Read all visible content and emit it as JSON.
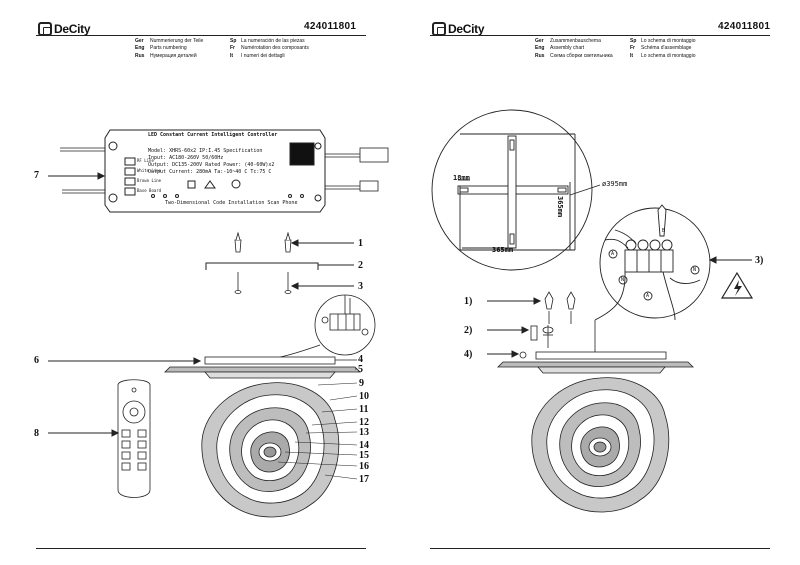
{
  "left_page": {
    "logo": "DeCity",
    "doc_code": "424011801",
    "langs": [
      {
        "code": "Ger",
        "text": "Nummerierung der Teile"
      },
      {
        "code": "Eng",
        "text": "Parts numbering"
      },
      {
        "code": "Rus",
        "text": "Нумерация деталей"
      }
    ],
    "langs_right": [
      {
        "code": "Sp",
        "text": "La numeración de las piezas"
      },
      {
        "code": "Fr",
        "text": "Numérotation des composants"
      },
      {
        "code": "It",
        "text": "I numeri dei dettagli"
      }
    ],
    "callouts": [
      "1",
      "2",
      "3",
      "4",
      "5",
      "6",
      "7",
      "8",
      "9",
      "10",
      "11",
      "12",
      "13",
      "14",
      "15",
      "16",
      "17"
    ],
    "driver_label": {
      "line1": "LED Constant Current Intelligent Controller",
      "line2": "Model: XHRS-60x2  IP:I.45 Specification",
      "line3": "Input: AC180-260V  50/60Hz",
      "line4": "Output: DC135-200V  Rated Power: (40-60W)x2",
      "line5": "Output Current: 280mA  Ta:-10~40 C  Tc:75 C",
      "line6": "Two-Dimensional Code Installation Scan Phone",
      "tag1": "RF Line",
      "tag2": "White Line",
      "tag3": "Brown Line",
      "tag4": "Base Board"
    }
  },
  "right_page": {
    "logo": "DeCity",
    "doc_code": "424011801",
    "langs": [
      {
        "code": "Ger",
        "text": "Zusammenbauschema"
      },
      {
        "code": "Eng",
        "text": "Assembly chart"
      },
      {
        "code": "Rus",
        "text": "Схема сборки светильника"
      }
    ],
    "langs_right": [
      {
        "code": "Sp",
        "text": "Lo schema di montaggio"
      },
      {
        "code": "Fr",
        "text": "Schéma d'assemblage"
      },
      {
        "code": "It",
        "text": "Lo schema di montaggio"
      }
    ],
    "dim_18": "18mm",
    "dim_365_v": "365mm",
    "dim_365_h": "365mm",
    "dim_395": "ø395mm",
    "steps": [
      "1)",
      "2)",
      "3)",
      "4)"
    ],
    "wire_letters": [
      "A",
      "N",
      "A",
      "N",
      "B"
    ]
  }
}
